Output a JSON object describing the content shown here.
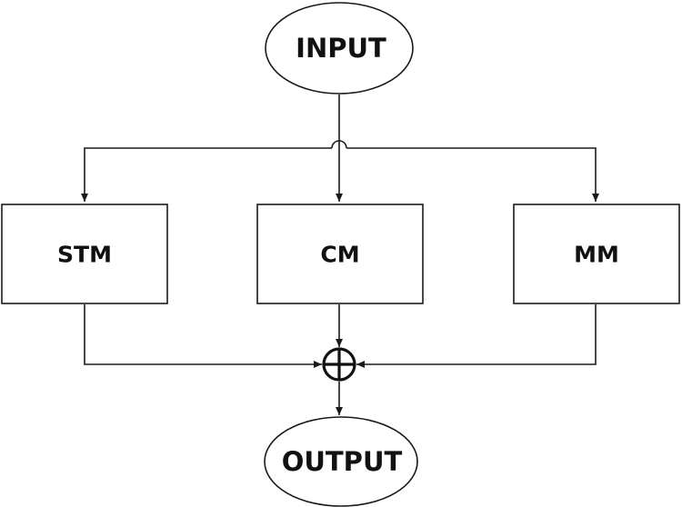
{
  "diagram": {
    "nodes": {
      "input": {
        "label": "INPUT",
        "shape": "ellipse"
      },
      "stm": {
        "label": "STM",
        "shape": "rectangle"
      },
      "cm": {
        "label": "CM",
        "shape": "rectangle"
      },
      "mm": {
        "label": "MM",
        "shape": "rectangle"
      },
      "sum": {
        "symbol": "circled-plus",
        "shape": "summation-junction"
      },
      "output": {
        "label": "OUTPUT",
        "shape": "ellipse"
      }
    },
    "edges": [
      {
        "from": "input",
        "to": "stm"
      },
      {
        "from": "input",
        "to": "cm"
      },
      {
        "from": "input",
        "to": "mm"
      },
      {
        "from": "stm",
        "to": "sum"
      },
      {
        "from": "cm",
        "to": "sum"
      },
      {
        "from": "mm",
        "to": "sum"
      },
      {
        "from": "sum",
        "to": "output"
      }
    ],
    "colors": {
      "line": "#1a1a1a",
      "fill": "#ffffff",
      "text": "#111111"
    }
  }
}
